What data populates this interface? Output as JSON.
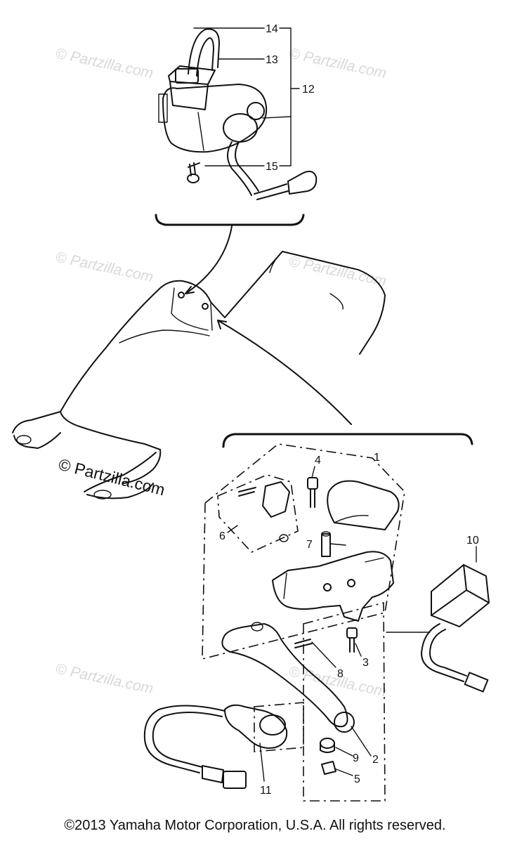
{
  "callouts": {
    "c1": "1",
    "c2": "2",
    "c3": "3",
    "c4": "4",
    "c5": "5",
    "c6": "6",
    "c7": "7",
    "c8": "8",
    "c9": "9",
    "c10": "10",
    "c11": "11",
    "c12": "12",
    "c13": "13",
    "c14": "14",
    "c15": "15"
  },
  "watermark": "© Partzilla.com",
  "copyright": "©2013 Yamaha Motor Corporation, U.S.A. All rights reserved."
}
